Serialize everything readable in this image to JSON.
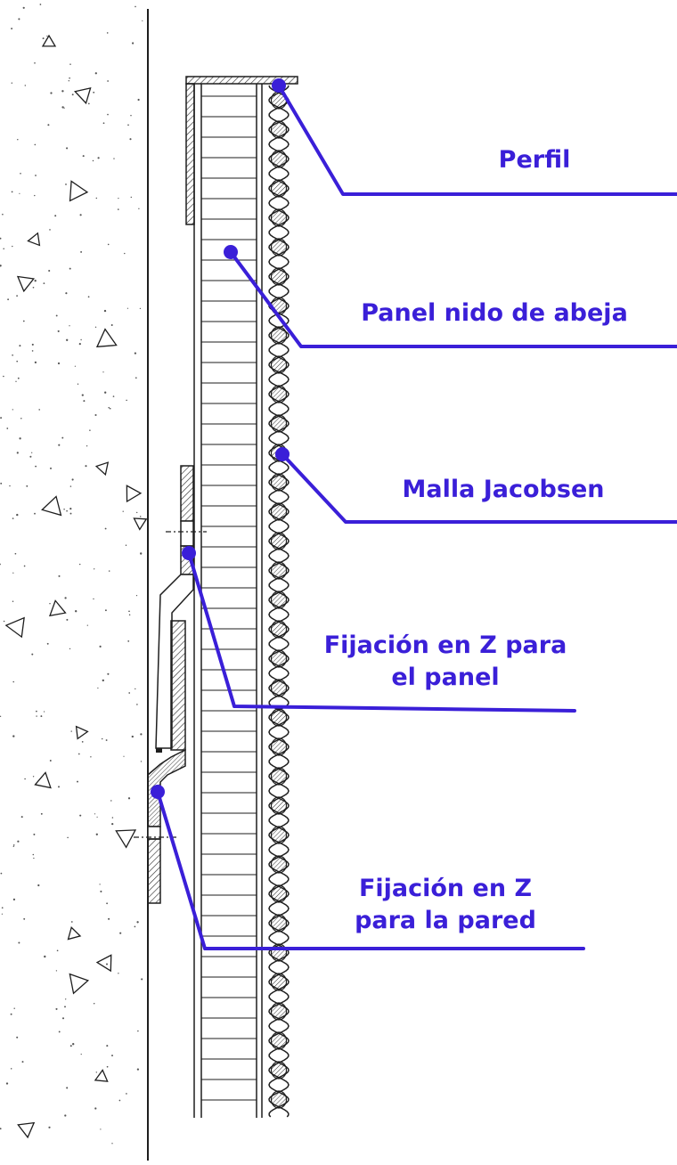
{
  "colors": {
    "accent": "#3a1fd8",
    "ink": "#1e1e1e",
    "background": "#ffffff"
  },
  "labels": {
    "perfil": "Perfil",
    "panel": "Panel nido de abeja",
    "malla": "Malla Jacobsen",
    "fijacion_panel_1": "Fijación en Z para",
    "fijacion_panel_2": "el panel",
    "fijacion_pared_1": "Fijación en Z",
    "fijacion_pared_2": "para la pared"
  }
}
